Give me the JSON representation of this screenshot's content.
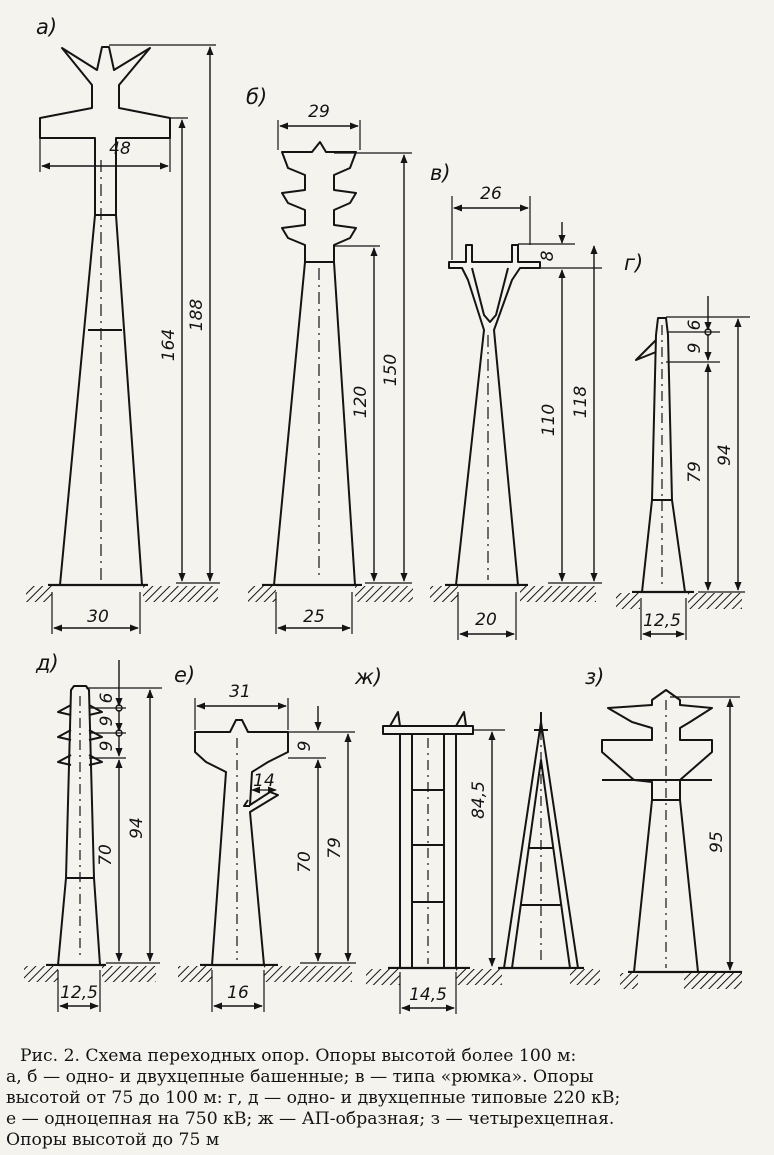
{
  "figure": {
    "panels": [
      {
        "id": "a",
        "letter": "а)",
        "dims": {
          "top_width": "48",
          "base": "30",
          "height_total": "188",
          "height_lower": "164"
        }
      },
      {
        "id": "b",
        "letter": "б)",
        "dims": {
          "top_width": "29",
          "base": "25",
          "height_total": "150",
          "height_lower": "120"
        }
      },
      {
        "id": "v",
        "letter": "в)",
        "dims": {
          "top_width": "26",
          "cup_depth": "8",
          "base": "20",
          "height_total": "118",
          "height_lower": "110"
        }
      },
      {
        "id": "g",
        "letter": "г)",
        "dims": {
          "seg_top": "6",
          "seg_mid": "9",
          "base": "12,5",
          "height_total": "94",
          "height_lower": "79"
        }
      },
      {
        "id": "d",
        "letter": "д)",
        "dims": {
          "seg_top": "6",
          "seg_mid1": "9",
          "seg_mid2": "9",
          "base": "12,5",
          "height_total": "94",
          "height_lower": "70"
        }
      },
      {
        "id": "e",
        "letter": "е)",
        "dims": {
          "top_width": "31",
          "seg": "9",
          "arm": "14",
          "base": "16",
          "height_total": "79",
          "height_lower": "70"
        }
      },
      {
        "id": "zh",
        "letter": "ж)",
        "dims": {
          "base": "14,5",
          "height": "84,5"
        }
      },
      {
        "id": "z",
        "letter": "з)",
        "dims": {
          "height": "95"
        }
      }
    ]
  },
  "caption": {
    "lines": [
      "Рис. 2. Схема переходных опор. Опоры высотой более 100 м:",
      "а, б — одно- и двухцепные башенные; в — типа «рюмка». Опоры",
      "высотой от 75 до 100 м: г, д — одно- и двухцепные типовые 220 кВ;",
      "е — одноцепная на 750 кВ; ж — АП-образная; з — четырехцепная.",
      "Опоры высотой до 75 м"
    ]
  }
}
